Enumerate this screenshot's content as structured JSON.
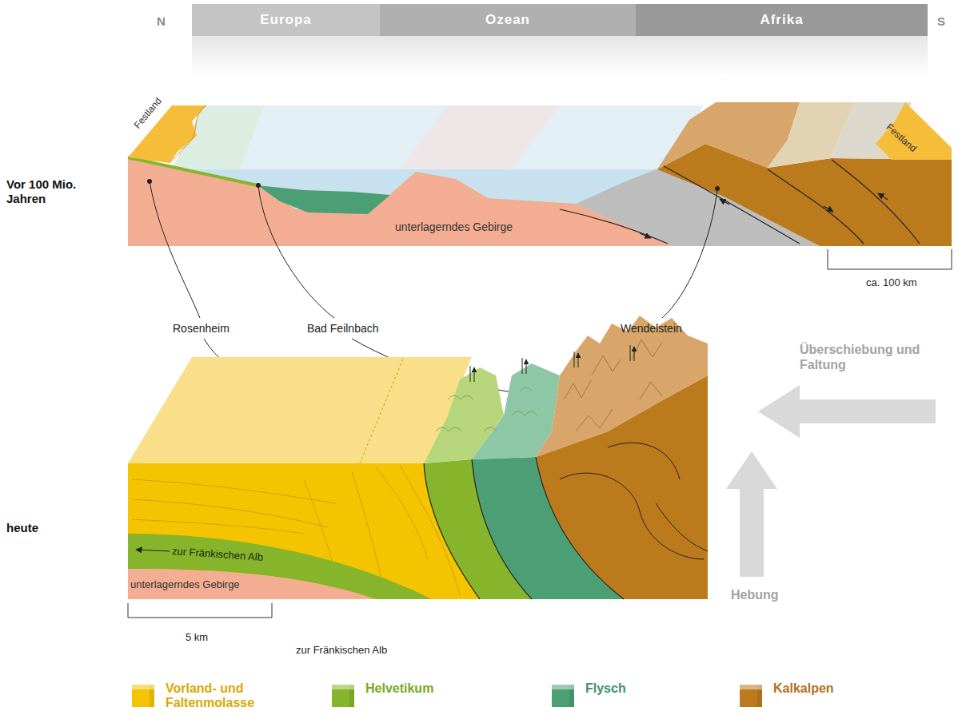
{
  "diagram": {
    "nodes": [
      {
        "text": [
          "Europa"
        ]
      },
      {
        "text": [
          "Ozean"
        ]
      },
      {
        "text": [
          "Afrika"
        ]
      }
    ],
    "labels": [
      "N",
      "S",
      "Vor 100 Mio. Jahren",
      "Festland",
      "Festland",
      "unterlagerndes Gebirge",
      "ca. 100 km",
      "Rosenheim",
      "Bad Feilnbach",
      "Wendelstein",
      "Überschiebung und Faltung",
      "heute",
      "zur Fränkischen Alb",
      "unterlagerndes Gebirge",
      "Hebung",
      "5 km",
      "zur Fränkischen Alb"
    ],
    "legend": [
      {
        "text": "Vorland- und Faltenmolasse",
        "color": "#f5c400"
      },
      {
        "text": "Helvetikum",
        "color": "#86b42a"
      },
      {
        "text": "Flysch",
        "color": "#4c9e74"
      },
      {
        "text": "Kalkalpen",
        "color": "#bb7a1c"
      }
    ]
  }
}
